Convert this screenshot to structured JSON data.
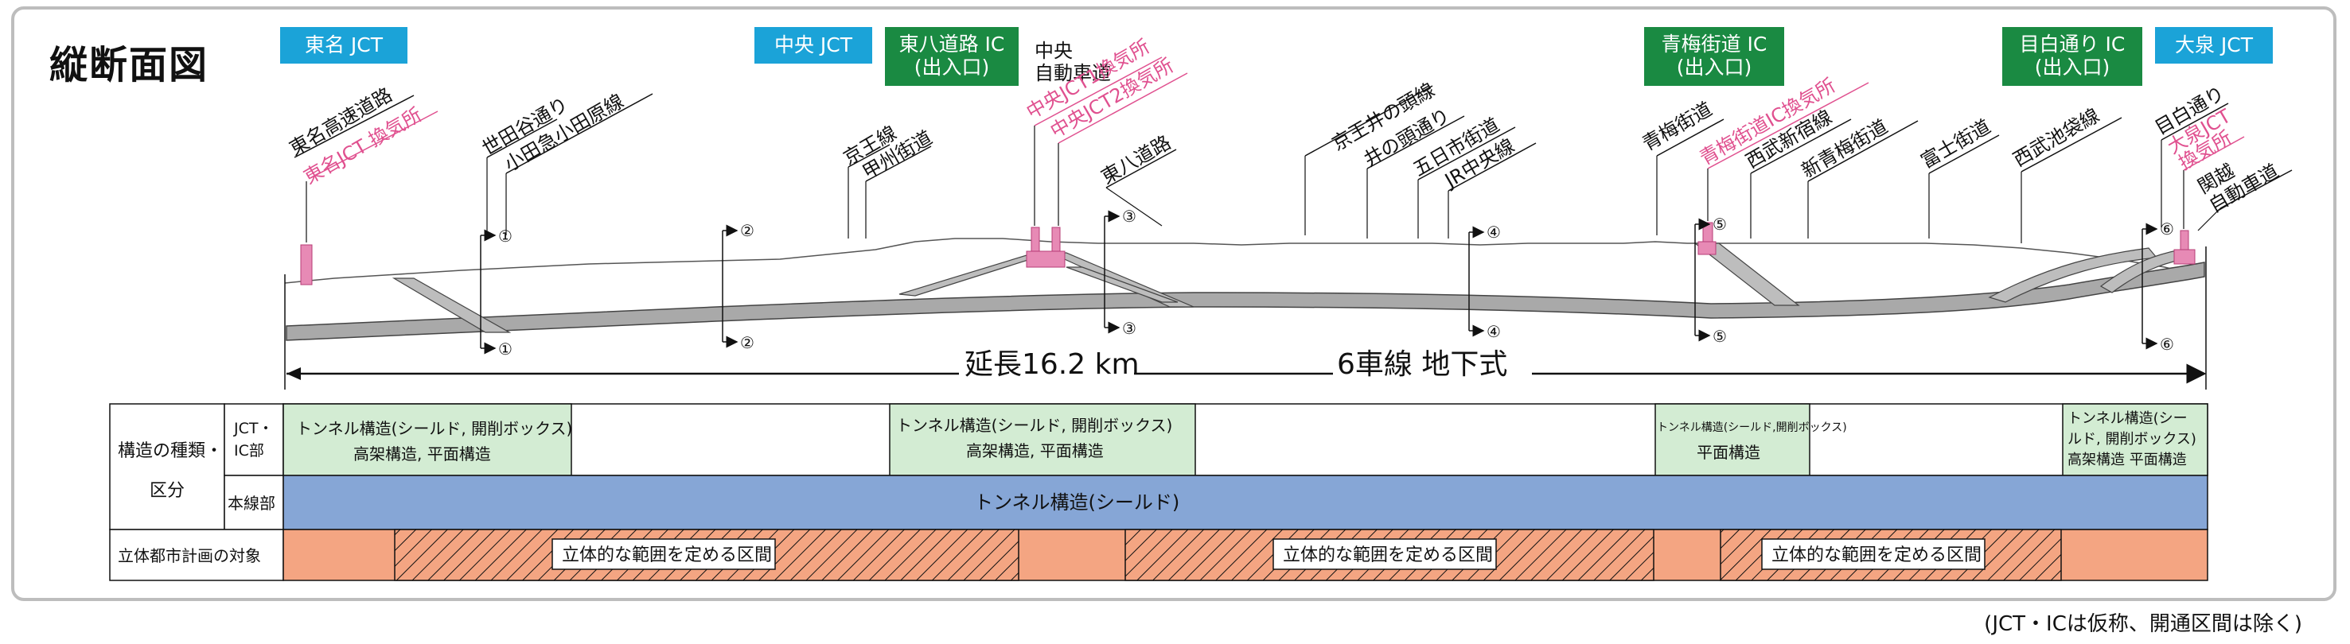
{
  "title": "縦断面図",
  "chips": [
    {
      "id": "tomei-jct",
      "text": "東名 JCT",
      "color": "blue"
    },
    {
      "id": "chuo-jct",
      "text": "中央 JCT",
      "color": "blue"
    },
    {
      "id": "higashi-hachidoro-ic",
      "text": "東八道路 IC\n(出入口)",
      "color": "green"
    },
    {
      "id": "ome-kaido-ic",
      "text": "青梅街道 IC\n(出入口)",
      "color": "green"
    },
    {
      "id": "mejiro-dori-ic",
      "text": "目白通り IC\n(出入口)",
      "color": "green"
    },
    {
      "id": "oizumi-jct",
      "text": "大泉 JCT",
      "color": "blue"
    }
  ],
  "labels": [
    {
      "id": "tomei-expressway",
      "text": "東名高速道路",
      "pink": false
    },
    {
      "id": "tomei-jct-vent",
      "text": "東名JCT 換気所",
      "pink": true
    },
    {
      "id": "setagaya-dori",
      "text": "世田谷通り",
      "pink": false
    },
    {
      "id": "odakyu-line",
      "text": "小田急小田原線",
      "pink": false
    },
    {
      "id": "keio-line",
      "text": "京王線",
      "pink": false
    },
    {
      "id": "koshu-kaido",
      "text": "甲州街道",
      "pink": false
    },
    {
      "id": "chuo",
      "text": "中央",
      "pink": false
    },
    {
      "id": "chuo-expressway",
      "text": "自動車道",
      "pink": false
    },
    {
      "id": "chuo-jct1-vent",
      "text": "中央JCT1換気所",
      "pink": true
    },
    {
      "id": "chuo-jct2-vent",
      "text": "中央JCT2換気所",
      "pink": true
    },
    {
      "id": "higashi-hachi-doro",
      "text": "東八道路",
      "pink": false
    },
    {
      "id": "keio-inokashira",
      "text": "京王井の頭線",
      "pink": false
    },
    {
      "id": "inokashira-dori",
      "text": "井の頭通り",
      "pink": false
    },
    {
      "id": "itsukaichi-kaido",
      "text": "五日市街道",
      "pink": false
    },
    {
      "id": "jr-chuo-line",
      "text": "JR中央線",
      "pink": false
    },
    {
      "id": "ome-kaido",
      "text": "青梅街道",
      "pink": false
    },
    {
      "id": "ome-kaido-ic-vent",
      "text": "青梅街道IC換気所",
      "pink": true
    },
    {
      "id": "seibu-shinjuku",
      "text": "西武新宿線",
      "pink": false
    },
    {
      "id": "shin-ome-kaido",
      "text": "新青梅街道",
      "pink": false
    },
    {
      "id": "fuji-kaido",
      "text": "富士街道",
      "pink": false
    },
    {
      "id": "seibu-ikebukuro",
      "text": "西武池袋線",
      "pink": false
    },
    {
      "id": "mejiro-dori",
      "text": "目白通り",
      "pink": false
    },
    {
      "id": "oizumi-jct-vent-1",
      "text": "大泉JCT",
      "pink": true
    },
    {
      "id": "oizumi-jct-vent-2",
      "text": "換気所",
      "pink": true
    },
    {
      "id": "kanetsu-1",
      "text": "関越",
      "pink": false
    },
    {
      "id": "kanetsu-2",
      "text": "自動車道",
      "pink": false
    }
  ],
  "section_markers": [
    "①",
    "②",
    "③",
    "④",
    "⑤",
    "⑥"
  ],
  "length_text": "延長16.2 km",
  "lanes_text": "6車線 地下式",
  "table": {
    "row_header_structure": "構造の種類・区分",
    "row_header_structure_l1": "構造の種類・",
    "row_header_structure_l2": "区分",
    "sub_jct": "JCT・",
    "sub_jct_l2": "IC部",
    "sub_main": "本線部",
    "row_header_plan": "立体都市計画の対象",
    "jct_cells": [
      {
        "l1": "トンネル構造(シールド, 開削ボックス)",
        "l2": "高架構造, 平面構造"
      },
      {
        "l1": "トンネル構造(シールド, 開削ボックス)",
        "l2": "高架構造, 平面構造"
      },
      {
        "l1": "トンネル構造(シールド,開削ボックス)",
        "l2": "平面構造"
      },
      {
        "l1": "トンネル構造(シー",
        "l2": "ルド, 開削ボックス)",
        "l3": "高架構造 平面構造"
      }
    ],
    "main_text": "トンネル構造(シールド)",
    "plan_labels": [
      "立体的な範囲を定める区間",
      "立体的な範囲を定める区間",
      "立体的な範囲を定める区間"
    ]
  },
  "footnote": "(JCT・ICは仮称、開通区間は除く)",
  "colors": {
    "jct_chip": "#1ba3d8",
    "ic_chip": "#1a8a42",
    "vent": "#e0508f",
    "cell_green": "#d3ecd3",
    "main_blue": "#86a6d6",
    "plan_salmon": "#f4a582",
    "tunnel_gray": "#a9a9a9"
  }
}
